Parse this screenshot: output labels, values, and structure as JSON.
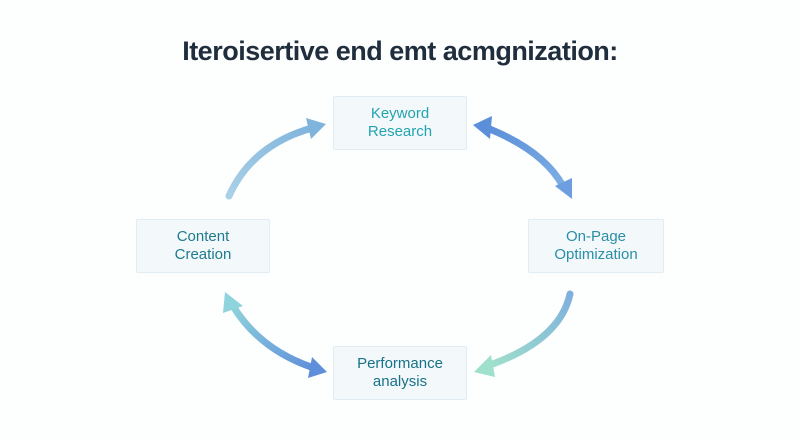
{
  "title": "Iteroisertive end emt acmgnization:",
  "nodes": {
    "top": {
      "line1": "Keyword",
      "line2": "Research"
    },
    "left": {
      "line1": "Content",
      "line2": "Creation"
    },
    "right": {
      "line1": "On-Page",
      "line2": "Optimization"
    },
    "bottom": {
      "line1": "Performance",
      "line2": "analysis"
    }
  },
  "colors": {
    "arrow_light_blue": "#8ec0e0",
    "arrow_mid_blue": "#6c98dc",
    "arrow_teal": "#8fd8c8",
    "text_dark": "#1f2d3d"
  }
}
